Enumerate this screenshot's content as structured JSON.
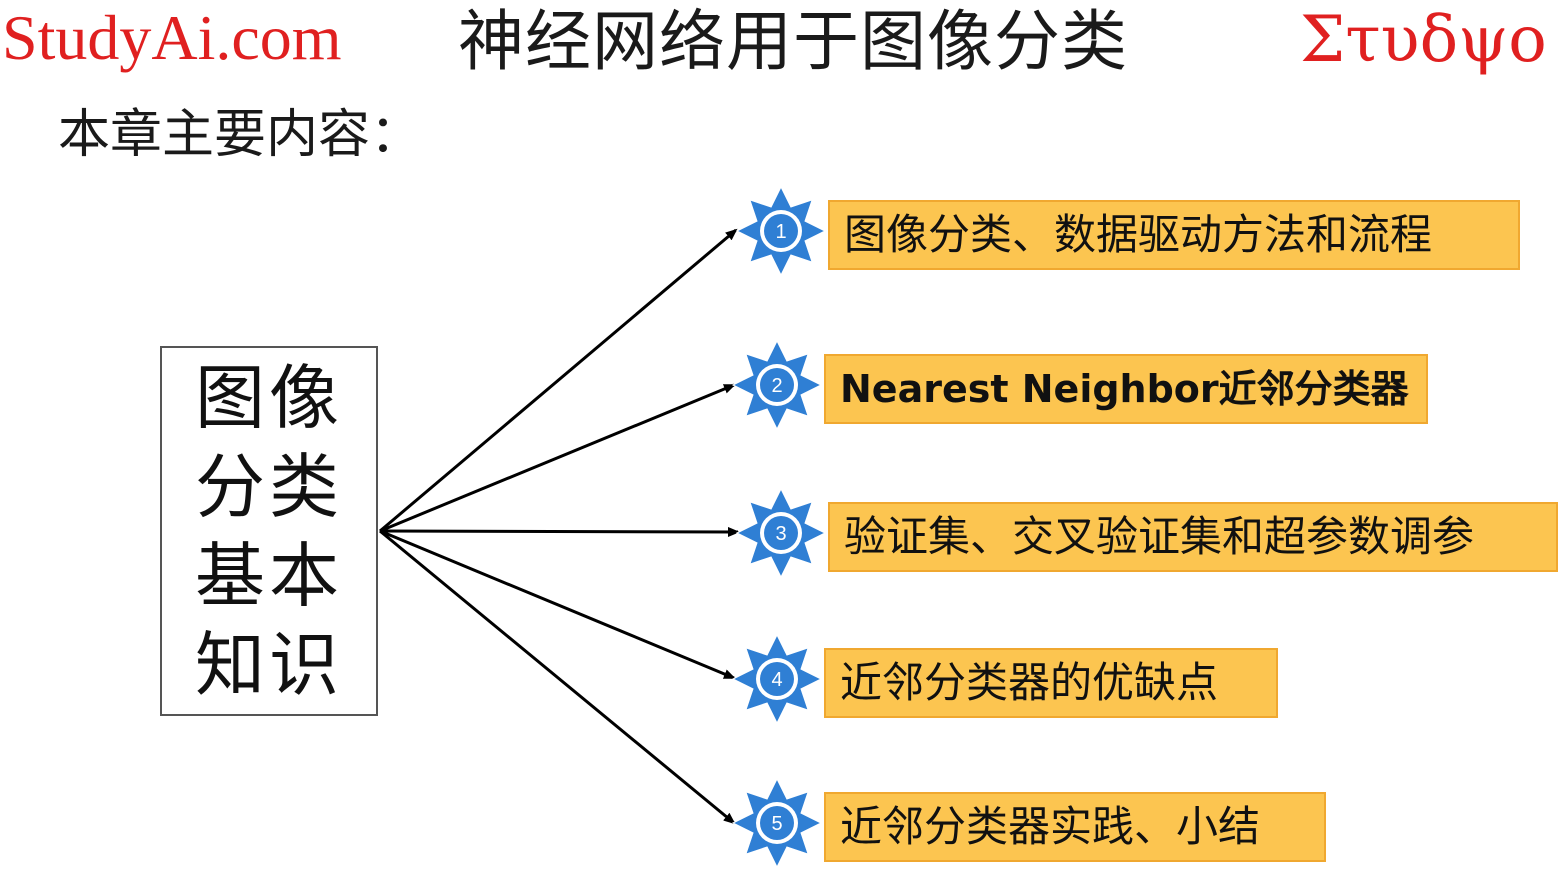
{
  "header": {
    "brand_left": "StudyAi.com",
    "title": "神经网络用于图像分类",
    "brand_right": "Στυδψο"
  },
  "subtitle": "本章主要内容：",
  "topic_box": "图像分类基本知识",
  "items": [
    {
      "number": "1",
      "label": "图像分类、数据驱动方法和流程"
    },
    {
      "number": "2",
      "label": "Nearest Neighbor近邻分类器"
    },
    {
      "number": "3",
      "label": "验证集、交叉验证集和超参数调参"
    },
    {
      "number": "4",
      "label": "近邻分类器的优缺点"
    },
    {
      "number": "5",
      "label": "近邻分类器实践、小结"
    }
  ],
  "colors": {
    "brand_red": "#e02020",
    "label_fill": "#fcc550",
    "label_border": "#f0a830",
    "badge_blue": "#2f7fd4"
  },
  "icons": {
    "badge": "starburst-number-icon",
    "connector": "arrow-icon"
  }
}
